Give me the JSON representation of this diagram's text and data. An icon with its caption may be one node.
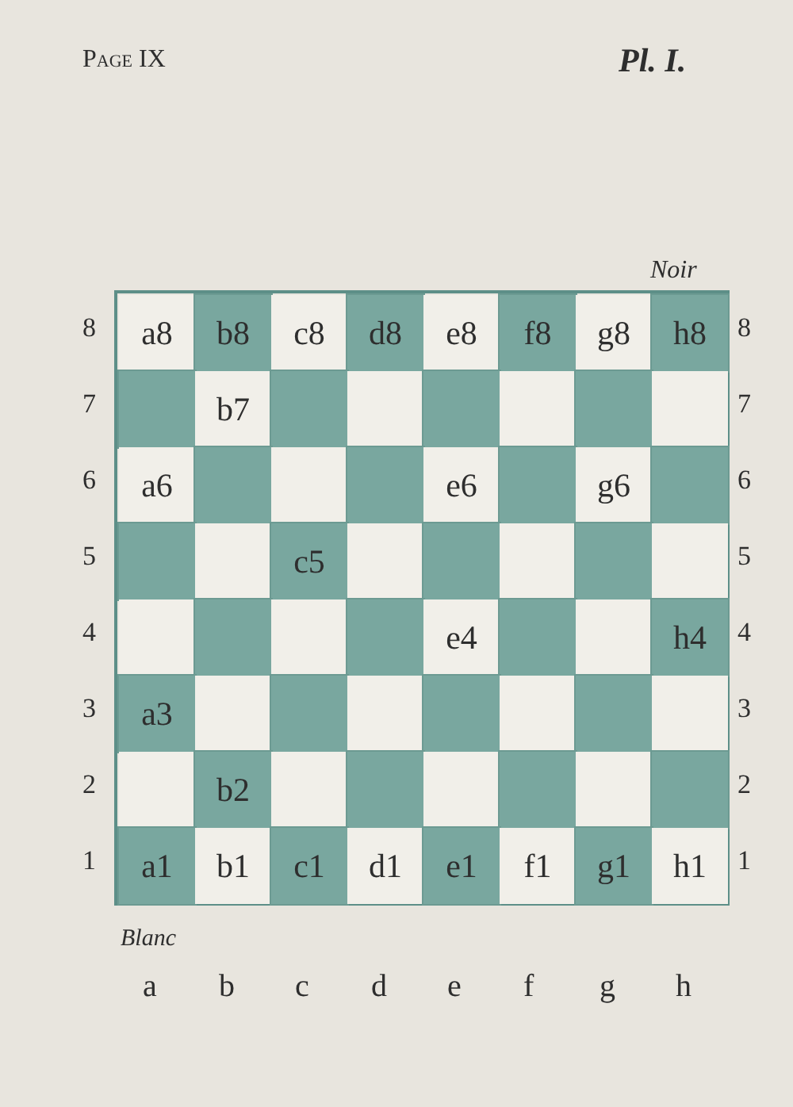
{
  "diagram": {
    "nodes": [
      {
        "text": [
          "a8"
        ]
      },
      {
        "text": [
          "b8"
        ]
      },
      {
        "text": [
          "c8"
        ]
      },
      {
        "text": [
          "d8"
        ]
      },
      {
        "text": [
          "e8"
        ]
      },
      {
        "text": [
          "f8"
        ]
      },
      {
        "text": [
          "g8"
        ]
      },
      {
        "text": [
          "h8"
        ]
      },
      {
        "text": [],
        "shape": "box"
      },
      {
        "text": [
          "b7"
        ]
      },
      {
        "text": [],
        "shape": "box"
      },
      {
        "text": [],
        "shape": "box"
      },
      {
        "text": [],
        "shape": "box"
      },
      {
        "text": [],
        "shape": "box"
      },
      {
        "text": [],
        "shape": "box"
      },
      {
        "text": [],
        "shape": "box"
      },
      {
        "text": [
          "a6"
        ]
      },
      {
        "text": [],
        "shape": "box"
      },
      {
        "text": [],
        "shape": "box"
      },
      {
        "text": [],
        "shape": "box"
      },
      {
        "text": [
          "e6"
        ]
      },
      {
        "text": [],
        "shape": "box"
      },
      {
        "text": [
          "g6"
        ]
      },
      {
        "text": [],
        "shape": "box"
      },
      {
        "text": [],
        "shape": "box"
      },
      {
        "text": [],
        "shape": "box"
      },
      {
        "text": [
          "c5"
        ]
      },
      {
        "text": [],
        "shape": "box"
      },
      {
        "text": [],
        "shape": "box"
      },
      {
        "text": [],
        "shape": "box"
      },
      {
        "text": [],
        "shape": "box"
      },
      {
        "text": [],
        "shape": "box"
      },
      {
        "text": [],
        "shape": "box"
      },
      {
        "text": [],
        "shape": "box"
      },
      {
        "text": [],
        "shape": "box"
      },
      {
        "text": [],
        "shape": "box"
      },
      {
        "text": [
          "e4"
        ]
      },
      {
        "text": [],
        "shape": "box"
      },
      {
        "text": [],
        "shape": "box"
      },
      {
        "text": [
          "h4"
        ]
      },
      {
        "text": [
          "a3"
        ]
      },
      {
        "text": [],
        "shape": "box"
      },
      {
        "text": [],
        "shape": "box"
      },
      {
        "text": [],
        "shape": "box"
      },
      {
        "text": [],
        "shape": "box"
      },
      {
        "text": [],
        "shape": "box"
      },
      {
        "text": [],
        "shape": "box"
      },
      {
        "text": [],
        "shape": "box"
      },
      {
        "text": [],
        "shape": "box"
      },
      {
        "text": [
          "b2"
        ]
      },
      {
        "text": [],
        "shape": "box"
      },
      {
        "text": [],
        "shape": "box"
      },
      {
        "text": [],
        "shape": "box"
      },
      {
        "text": [],
        "shape": "box"
      },
      {
        "text": [],
        "shape": "box"
      },
      {
        "text": [],
        "shape": "box"
      },
      {
        "text": [
          "a1"
        ]
      },
      {
        "text": [
          "b1"
        ]
      },
      {
        "text": [
          "c1"
        ]
      },
      {
        "text": [
          "d1"
        ]
      },
      {
        "text": [
          "e1"
        ]
      },
      {
        "text": [
          "f1"
        ]
      },
      {
        "text": [
          "g1"
        ]
      },
      {
        "text": [
          "h1"
        ]
      }
    ],
    "labels": [
      "Page IX",
      "Pl. I.",
      "Noir",
      "8",
      "8",
      "7",
      "7",
      "6",
      "6",
      "5",
      "5",
      "4",
      "4",
      "3",
      "3",
      "2",
      "2",
      "1",
      "1",
      "Blanc",
      "a",
      "b",
      "c",
      "d",
      "e",
      "f",
      "g",
      "h"
    ]
  }
}
